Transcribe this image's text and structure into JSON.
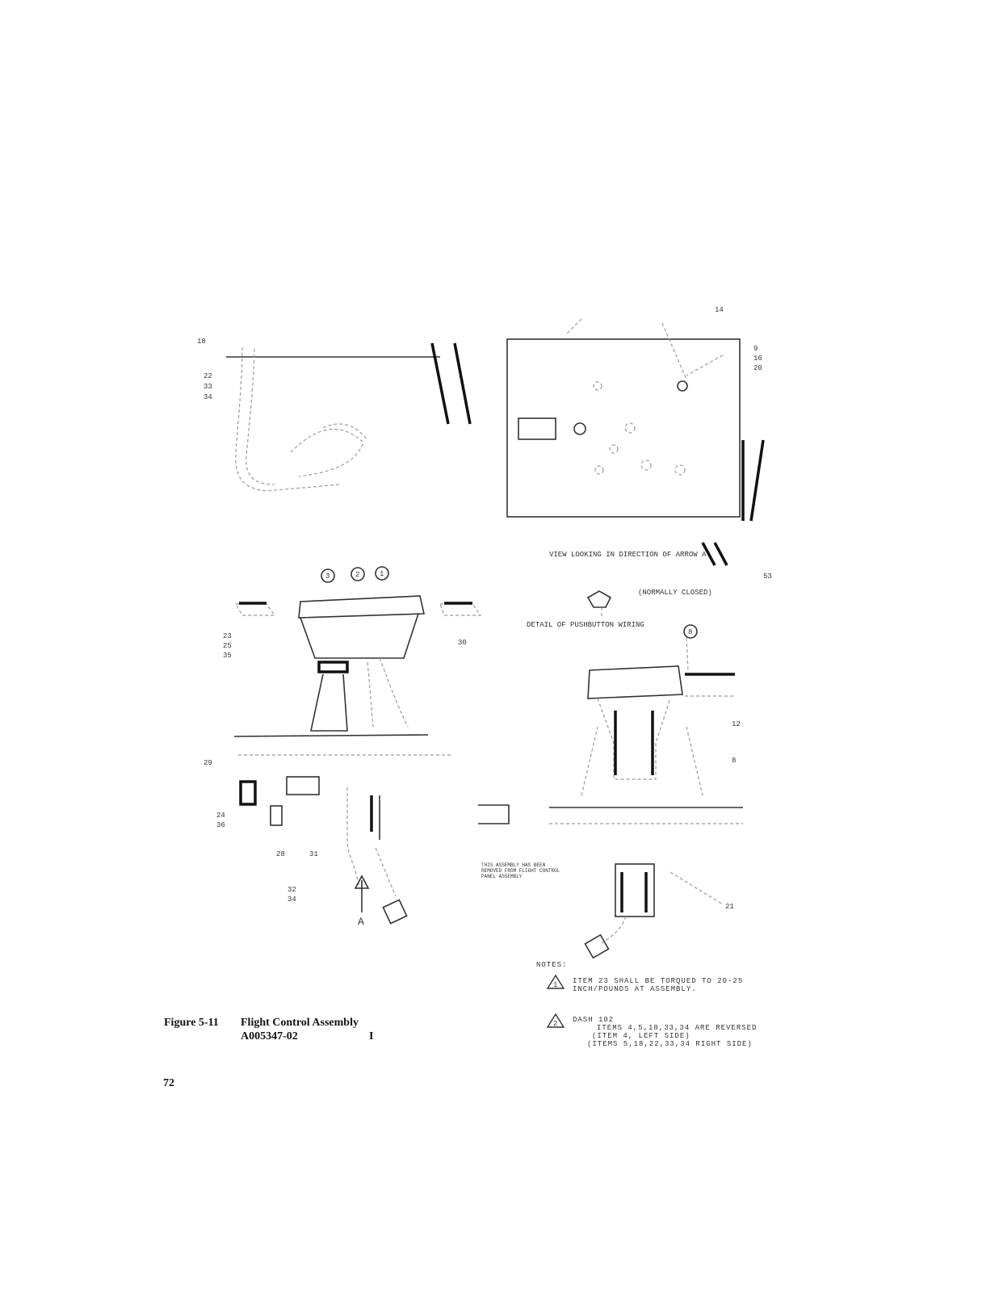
{
  "figure": {
    "number": "Figure 5-11",
    "title": "Flight Control Assembly",
    "code": "A005347-02",
    "revision_mark": "I"
  },
  "page_number": "72",
  "notes": {
    "heading": "NOTES:",
    "items": [
      {
        "marker": "1",
        "lines": [
          "ITEM 23 SHALL BE TORQUED TO 20-25",
          "INCH/POUNDS AT ASSEMBLY."
        ]
      },
      {
        "marker": "2",
        "lines": [
          "DASH 102",
          "ITEMS 4,5,18,33,34 ARE REVERSED",
          "(ITEM 4, LEFT SIDE)",
          "(ITEMS 5,18,22,33,34 RIGHT SIDE)"
        ]
      }
    ]
  },
  "drawing_labels": {
    "view_caption": "VIEW LOOKING IN DIRECTION OF ARROW A",
    "detail_caption": "DETAIL OF PUSHBUTTON WIRING",
    "normally_label": "(NORMALLY CLOSED)",
    "arrow_letter": "A",
    "assembly_note": "THIS ASSEMBLY HAS BEEN REMOVED FROM FLIGHT CONTROL PANEL ASSEMBLY",
    "callouts_top_left": [
      "18",
      "22",
      "33",
      "34"
    ],
    "callouts_top_right": [
      "14",
      "9",
      "16",
      "20"
    ],
    "circled_items": [
      "3",
      "2",
      "1"
    ],
    "callouts_mid": [
      "23",
      "25",
      "35",
      "30",
      "29",
      "24",
      "36",
      "28",
      "32",
      "34",
      "31",
      "53"
    ],
    "callouts_right": [
      "12",
      "8",
      "21"
    ],
    "circled_detail": "8"
  }
}
